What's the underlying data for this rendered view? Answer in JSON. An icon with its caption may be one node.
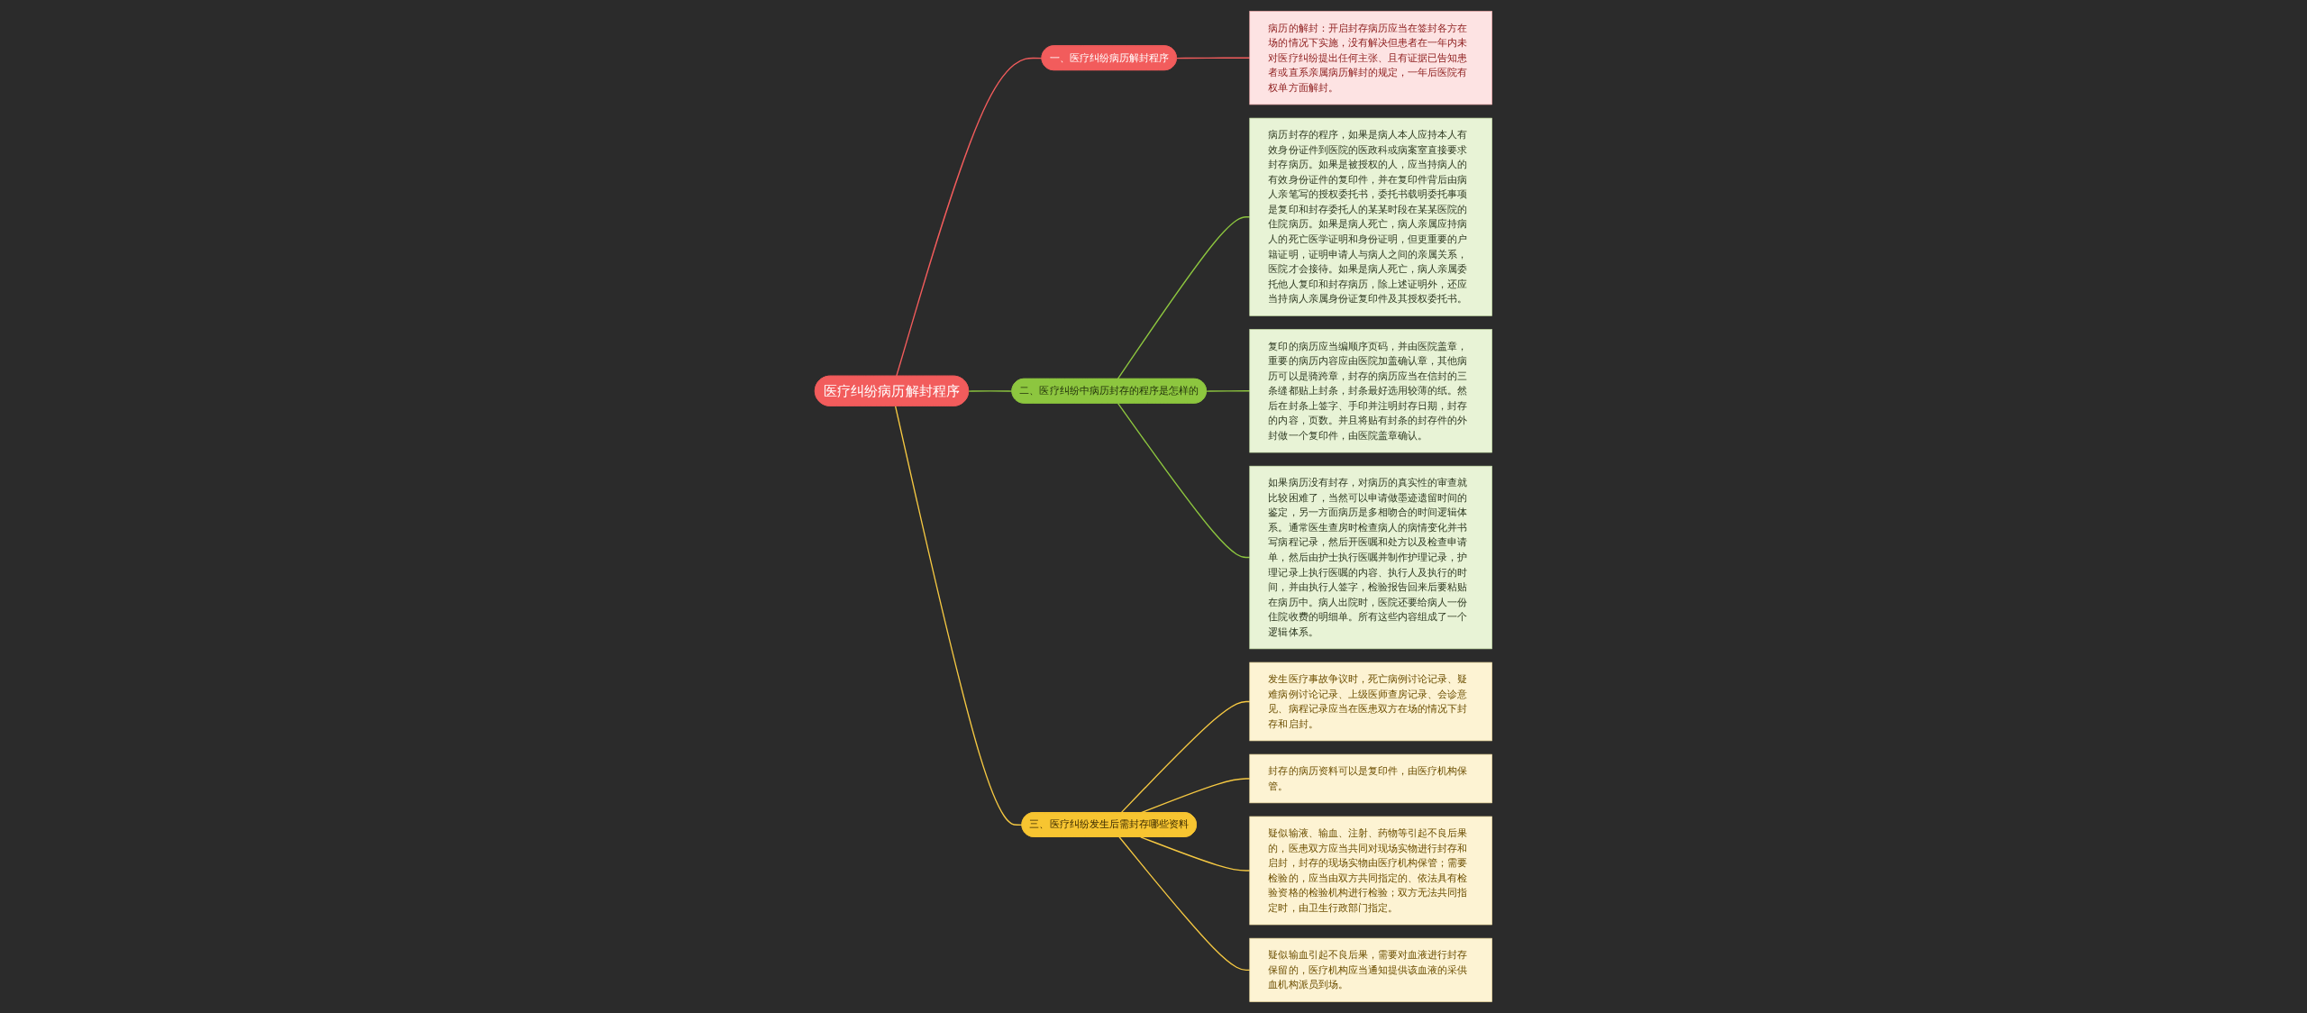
{
  "diagram": {
    "nodes": [
      {
        "text": [
          "医疗纠纷病历解封程序"
        ]
      },
      {
        "text": [
          "一、医疗纠纷病历解封程序"
        ]
      },
      {
        "text": [
          "病历的解封：开启封存病历应当在签封各方在场的情况下实施，没有解决但患者在一年内未对医疗纠纷提出任何主张、且有证据已告知患者或直系亲属病历解封的规定，一年后医院有权单方面解封。"
        ]
      },
      {
        "text": [
          "二、医疗纠纷中病历封存的程序是怎样的"
        ]
      },
      {
        "text": [
          "病历封存的程序，如果是病人本人应持本人有效身份证件到医院的医政科或病案室直接要求封存病历。如果是被授权的人，应当持病人的有效身份证件的复印件，并在复印件背后由病人亲笔写的授权委托书，委托书载明委托事项是复印和封存委托人的某某时段在某某医院的住院病历。如果是病人死亡，病人亲属应持病人的死亡医学证明和身份证明，但更重要的户籍证明，证明申请人与病人之间的亲属关系，医院才会接待。如果是病人死亡，病人亲属委托他人复印和封存病历，除上述证明外，还应当持病人亲属身份证复印件及其授权委托书。"
        ]
      },
      {
        "text": [
          "复印的病历应当编顺序页码，并由医院盖章，重要的病历内容应由医院加盖确认章，其他病历可以是骑跨章，封存的病历应当在信封的三条缝都贴上封条，封条最好选用较薄的纸。然后在封条上签字、手印并注明封存日期，封存的内容，页数。并且将贴有封条的封存件的外封做一个复印件，由医院盖章确认。"
        ]
      },
      {
        "text": [
          "如果病历没有封存，对病历的真实性的审查就比较困难了，当然可以申请做墨迹遗留时间的鉴定，另一方面病历是多相吻合的时间逻辑体系。通常医生查房时检查病人的病情变化并书写病程记录，然后开医嘱和处方以及检查申请单，然后由护士执行医嘱并制作护理记录，护理记录上执行医嘱的内容、执行人及执行的时间，并由执行人签字，检验报告回来后要粘贴在病历中。病人出院时，医院还要给病人一份住院收费的明细单。所有这些内容组成了一个逻辑体系。"
        ]
      },
      {
        "text": [
          "三、医疗纠纷发生后需封存哪些资料"
        ]
      },
      {
        "text": [
          "发生医疗事故争议时，死亡病例讨论记录、疑难病例讨论记录、上级医师查房记录、会诊意见、病程记录应当在医患双方在场的情况下封存和启封。"
        ]
      },
      {
        "text": [
          "封存的病历资料可以是复印件，由医疗机构保管。"
        ]
      },
      {
        "text": [
          "疑似输液、输血、注射、药物等引起不良后果的，医患双方应当共同对现场实物进行封存和启封，封存的现场实物由医疗机构保管；需要检验的，应当由双方共同指定的、依法具有检验资格的检验机构进行检验；双方无法共同指定时，由卫生行政部门指定。"
        ]
      },
      {
        "text": [
          "疑似输血引起不良后果，需要对血液进行封存保留的，医疗机构应当通知提供该血液的采供血机构派员到场。"
        ]
      }
    ],
    "edges": [
      {
        "from": 0,
        "to": 1,
        "arrow": "none",
        "color": "#f25c5c"
      },
      {
        "from": 1,
        "to": 2,
        "arrow": "none",
        "color": "#f25c5c"
      },
      {
        "from": 0,
        "to": 3,
        "arrow": "none",
        "color": "#8dc63f"
      },
      {
        "from": 3,
        "to": 4,
        "arrow": "none",
        "color": "#8dc63f"
      },
      {
        "from": 3,
        "to": 5,
        "arrow": "none",
        "color": "#8dc63f"
      },
      {
        "from": 3,
        "to": 6,
        "arrow": "none",
        "color": "#8dc63f"
      },
      {
        "from": 0,
        "to": 7,
        "arrow": "none"
      },
      {
        "from": 7,
        "to": 8,
        "arrow": "none"
      },
      {
        "from": 7,
        "to": 9,
        "arrow": "none"
      },
      {
        "from": 7,
        "to": 10,
        "arrow": "none"
      },
      {
        "from": 7,
        "to": 11,
        "arrow": "none"
      }
    ]
  }
}
